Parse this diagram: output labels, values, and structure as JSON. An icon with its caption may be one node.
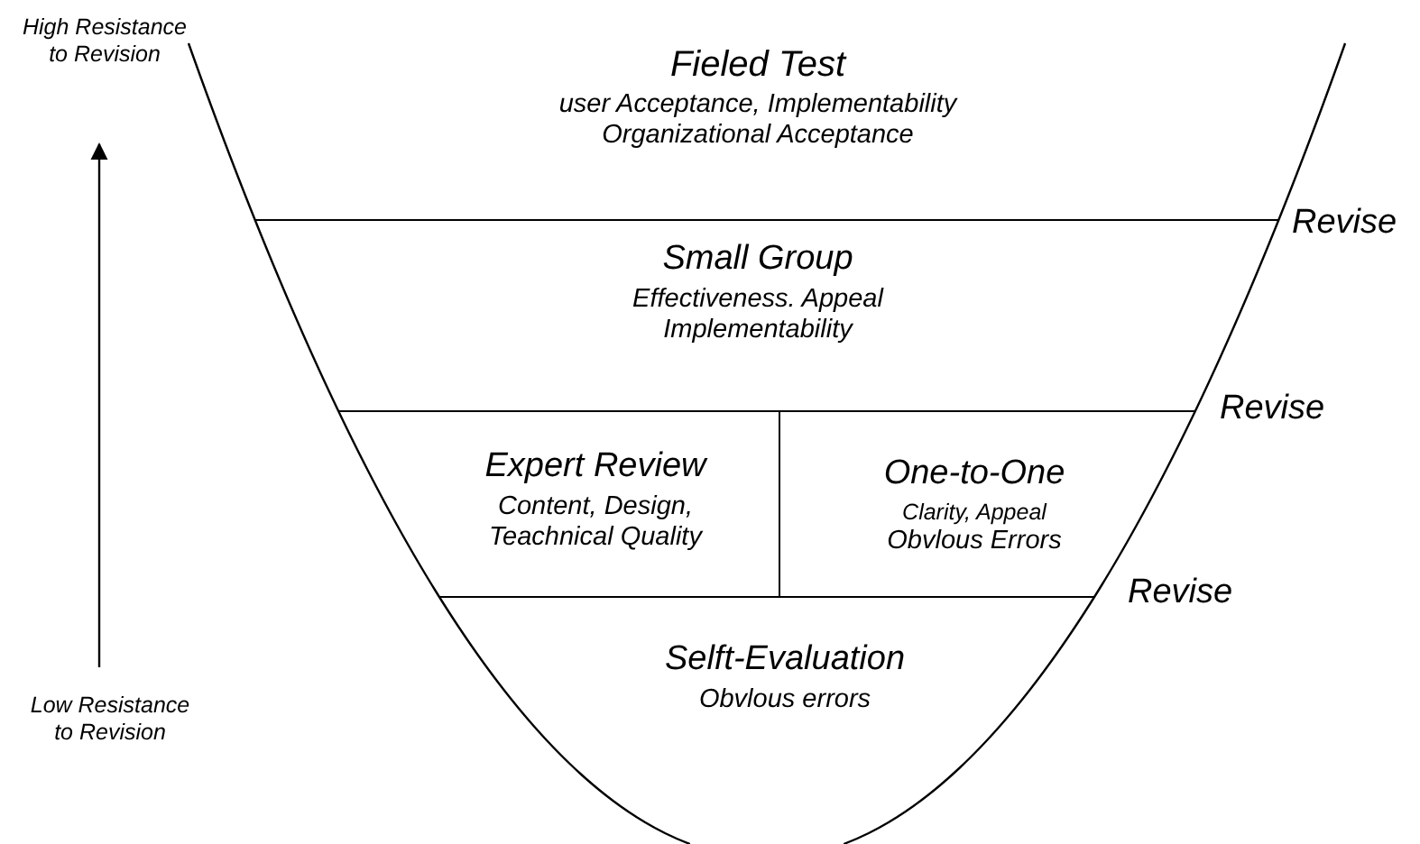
{
  "diagram": {
    "nodes": [
      {
        "text": [
          "Fieled Test",
          "user Acceptance, Implementability Organizational Acceptance"
        ]
      },
      {
        "text": [
          "Small Group",
          "Effectiveness. Appeal Implementability"
        ]
      },
      {
        "text": [
          "Expert Review",
          "Content, Design, Teachnical Quality"
        ]
      },
      {
        "text": [
          "One-to-One",
          "Clarity, Appeal",
          "Obvlous Errors"
        ]
      },
      {
        "text": [
          "Selft-Evaluation",
          "Obvlous errors"
        ]
      }
    ],
    "labels": [
      "High Resistance to Revision",
      "Low Resistance to Revision",
      "Revise",
      "Revise",
      "Revise"
    ]
  }
}
